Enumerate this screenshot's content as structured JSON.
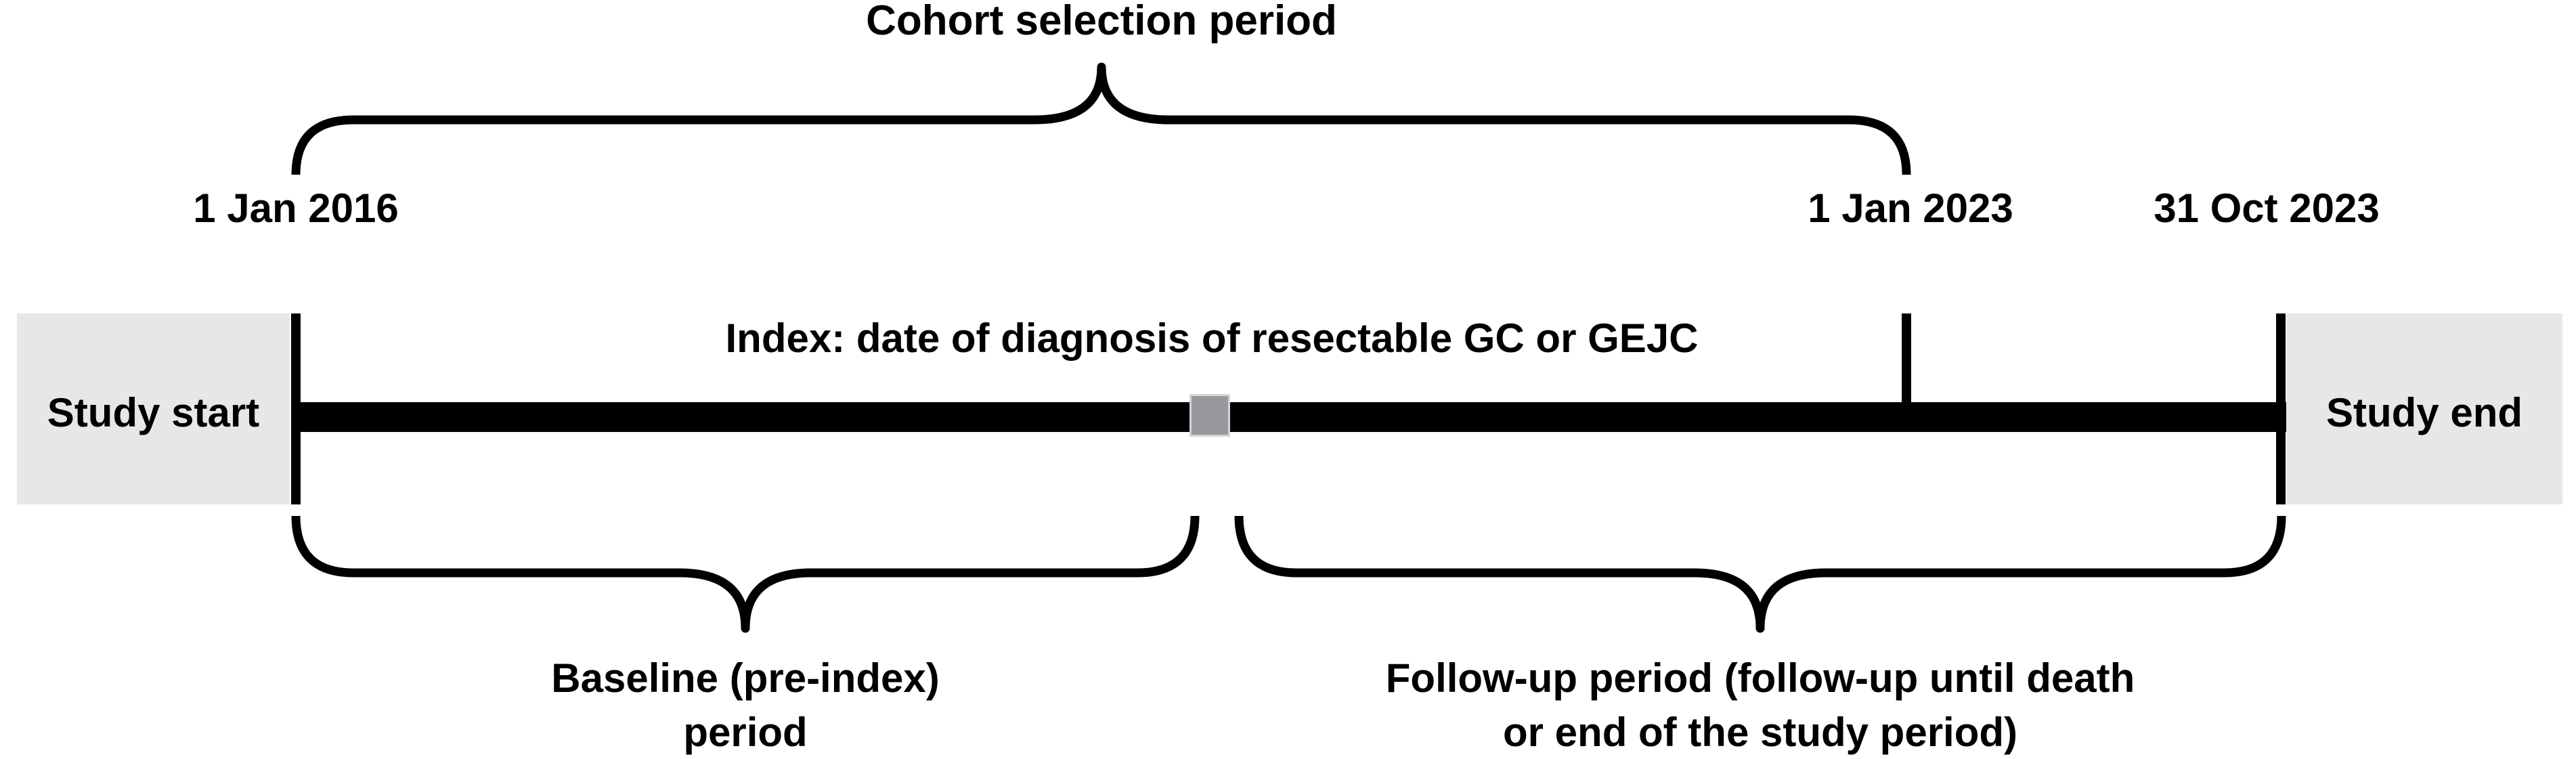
{
  "title": "Cohort selection period",
  "dates": {
    "cohort_start": "1 Jan 2016",
    "cohort_end": "1 Jan 2023",
    "study_end": "31 Oct 2023"
  },
  "timeline": {
    "study_start_label": "Study start",
    "study_end_label": "Study end",
    "index_annotation": "Index: date of diagnosis of resectable GC or GEJC"
  },
  "periods": {
    "baseline": {
      "line1": "Baseline (pre-index)",
      "line2": "period"
    },
    "followup": {
      "line1": "Follow-up period (follow-up until death",
      "line2": "or end of the study period)"
    }
  },
  "colors": {
    "timeline_bar": "#000000",
    "endpoint_box_fill": "#e7e7e9",
    "index_marker_fill": "#98989c",
    "index_marker_border": "#d4d4d8",
    "text": "#000000"
  }
}
